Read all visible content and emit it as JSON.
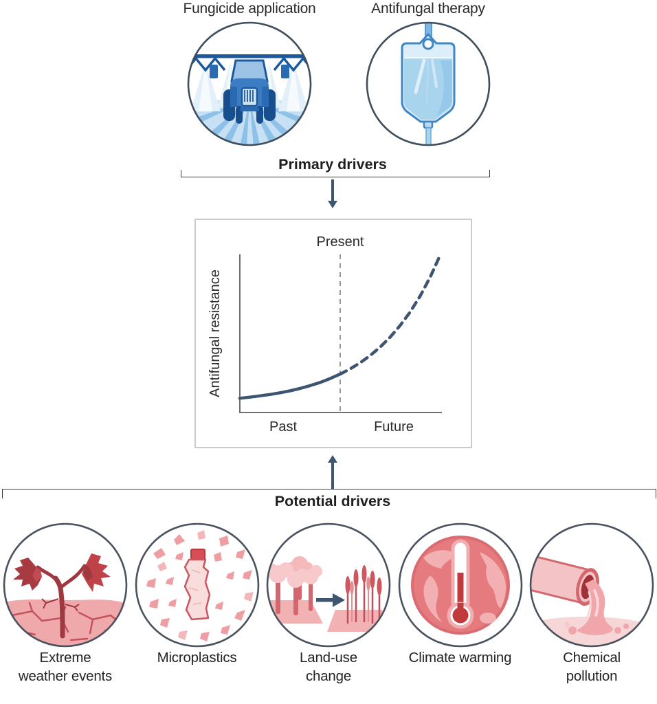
{
  "figure": {
    "primary": {
      "title": "Primary drivers",
      "items": [
        {
          "label": "Fungicide application",
          "icon": "fungicide-sprayer-icon"
        },
        {
          "label": "Antifungal therapy",
          "icon": "iv-bag-icon"
        }
      ]
    },
    "potential": {
      "title": "Potential drivers",
      "items": [
        {
          "label": "Extreme weather events",
          "icon": "wilted-tree-drought-icon"
        },
        {
          "label": "Microplastics",
          "icon": "plastic-bottle-fragments-icon"
        },
        {
          "label": "Land-use change",
          "icon": "deforestation-to-cropland-icon"
        },
        {
          "label": "Climate warming",
          "icon": "globe-thermometer-icon"
        },
        {
          "label": "Chemical pollution",
          "icon": "pipe-effluent-icon"
        }
      ]
    }
  },
  "chart_data": {
    "type": "line",
    "title": "",
    "xlabel": "",
    "ylabel": "Antifungal resistance",
    "annotation": "Present",
    "x_axis_labels": [
      "Past",
      "Future"
    ],
    "present_x": 0.5,
    "x_range": [
      0,
      1
    ],
    "y_range": [
      0,
      1
    ],
    "grid": false,
    "line_color": "#3d5570",
    "series": [
      {
        "name": "observed",
        "style": "solid",
        "x": [
          0,
          0.05,
          0.1,
          0.15,
          0.2,
          0.25,
          0.3,
          0.35,
          0.4,
          0.45,
          0.5
        ],
        "y": [
          0.09,
          0.097,
          0.105,
          0.114,
          0.125,
          0.137,
          0.152,
          0.17,
          0.19,
          0.215,
          0.243
        ]
      },
      {
        "name": "projected",
        "style": "dashed",
        "x": [
          0.5,
          0.55,
          0.6,
          0.65,
          0.7,
          0.75,
          0.8,
          0.85,
          0.9,
          0.95,
          1.0
        ],
        "y": [
          0.243,
          0.276,
          0.315,
          0.361,
          0.415,
          0.478,
          0.552,
          0.638,
          0.74,
          0.86,
          1.0
        ]
      }
    ]
  },
  "palette": {
    "arrow_navy": "#3d5570",
    "bracket_gray": "#3c3c3c",
    "text_dark": "#252525",
    "chart_border": "#c9cbce",
    "axis_gray": "#6f6f6f",
    "blue_dark": "#1c589c",
    "blue_mid": "#3c7cc2",
    "blue_light": "#a9d4ee",
    "blue_pale": "#dceef9",
    "red_dark": "#9e3940",
    "red_mid": "#d4666d",
    "pink_light": "#f2b2b4",
    "pink_pale": "#f9dcdc"
  }
}
